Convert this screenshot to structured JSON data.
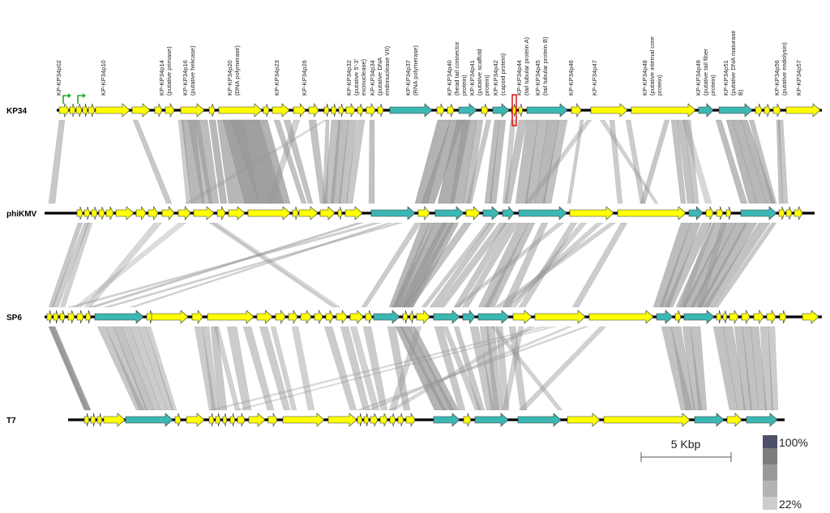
{
  "genomes": [
    {
      "name": "KP34"
    },
    {
      "name": "phiKMV"
    },
    {
      "name": "SP6"
    },
    {
      "name": "T7"
    }
  ],
  "gene_labels": [
    "KP-KP34p02",
    "KP-KP34p10",
    "KP-KP34p14 (putative primase)",
    "KP-KP34p16 (putative helicase)",
    "KP-KP34p20 (DNA polymerase)",
    "KP-KP34p23",
    "KP-KP34p26",
    "KP-KP34p32 (putative 5'-3' exonuclease)",
    "KP-KP34p34 (putative DNA endonuclease VII)",
    "KP-KP34p37 (RNA polymerase)",
    "KP-KP34p40 (head tail connector protein)",
    "KP-KP34p41 (putative scaffold protein)",
    "KP-KP34p42 (capsid protein)",
    "KP-KP34p44 (tail tubular protein A)",
    "KP-KP34p45 (tail tubular protein B)",
    "KP-KP34p46",
    "KP-KP34p47",
    "KP-KP34p48 (putative internal core protein)",
    "KP-KP34p49 (putative tail fiber protein)",
    "KP-KP34p51 (putative DNA maturase B)",
    "KP-KP34p56 (putative endolysin)",
    "KP-KP34p57"
  ],
  "scale_bar": {
    "label": "5 Kbp"
  },
  "identity_legend": {
    "max": "100%",
    "min": "22%"
  },
  "colors": {
    "gene_yellow": "#ffff00",
    "gene_teal": "#3cb8b4",
    "backbone": "#000000",
    "homology": "#9a9a9a",
    "tag_green": "#22aa22",
    "marker_red": "#dd0000"
  }
}
